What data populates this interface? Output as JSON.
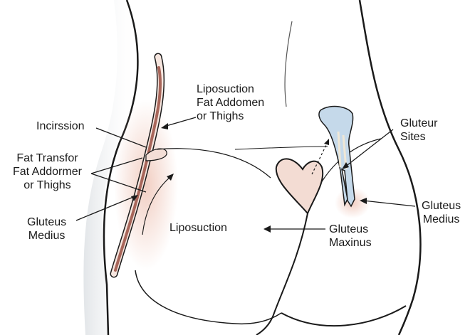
{
  "labels": {
    "liposuction_top": [
      "Liposuction",
      "Fat Addomen",
      "or Thighs"
    ],
    "incision": "Incirssion",
    "fat_transfer": [
      "Fat Transfor",
      "Fat Addormer",
      "or Thighs"
    ],
    "gluteus_medius_left": [
      "Gluteus",
      "Medius"
    ],
    "liposuction_center": "Liposuction",
    "gluteus_maximus": [
      "Gluteus",
      "Maxinus"
    ],
    "gluteur_sites": [
      "Gluteur",
      "Sites"
    ],
    "gluteus_medius_right": [
      "Gluteus",
      "Medius"
    ]
  },
  "colors": {
    "outline": "#1a1a1a",
    "skin_shade": "#e9ecef",
    "tissue_pink": "#f1d3c8",
    "muscle_red": "#a8665a",
    "implant_blue": "#c5d9ea"
  }
}
